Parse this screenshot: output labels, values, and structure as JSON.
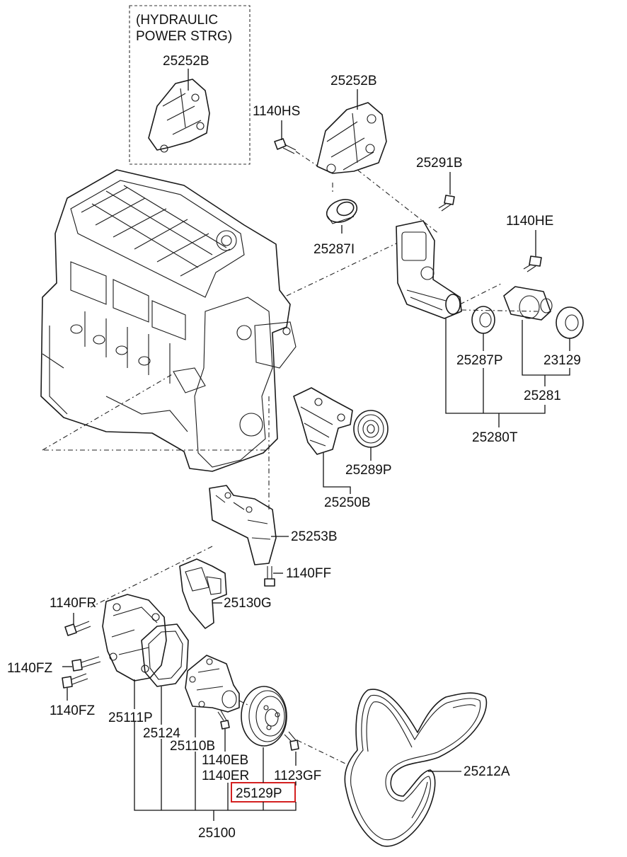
{
  "inset_note": {
    "line1": "(HYDRAULIC",
    "line2": "POWER STRG)"
  },
  "labels": {
    "p25252B_inset": "25252B",
    "p25252B": "25252B",
    "p1140HS": "1140HS",
    "p25291B": "25291B",
    "p25287I": "25287I",
    "p1140HE": "1140HE",
    "p25287P": "25287P",
    "p23129": "23129",
    "p25281": "25281",
    "p25280T": "25280T",
    "p25289P": "25289P",
    "p25250B": "25250B",
    "p25253B": "25253B",
    "p1140FF": "1140FF",
    "p25130G": "25130G",
    "p1140FR": "1140FR",
    "p1140FZ_a": "1140FZ",
    "p1140FZ_b": "1140FZ",
    "p25111P": "25111P",
    "p25124": "25124",
    "p25110B": "25110B",
    "p1140EB": "1140EB",
    "p1140ER": "1140ER",
    "p1123GF": "1123GF",
    "p25129P": "25129P",
    "p25212A": "25212A",
    "p25100": "25100"
  },
  "highlight": {
    "part": "25129P",
    "color": "#d42020"
  }
}
